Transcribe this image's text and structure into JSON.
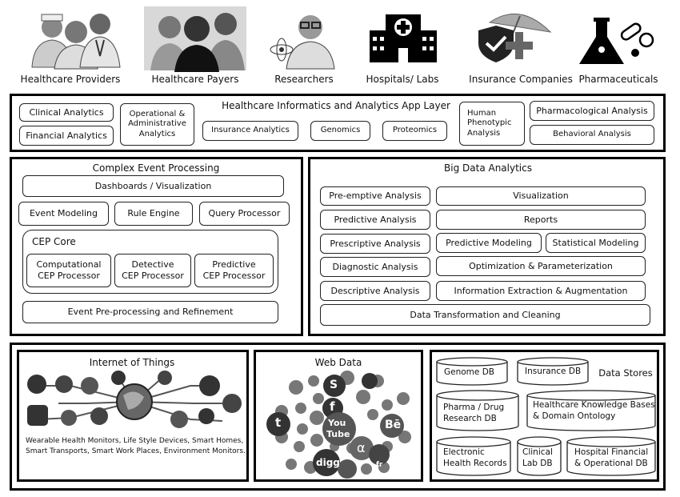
{
  "stakeholders": [
    {
      "label": "Healthcare Providers",
      "icon": "healthcare-providers-icon"
    },
    {
      "label": "Healthcare Payers",
      "icon": "healthcare-payers-icon"
    },
    {
      "label": "Researchers",
      "icon": "researcher-icon"
    },
    {
      "label": "Hospitals/ Labs",
      "icon": "hospital-icon"
    },
    {
      "label": "Insurance Companies",
      "icon": "insurance-umbrella-icon"
    },
    {
      "label": "Pharmaceuticals",
      "icon": "flask-pills-icon"
    }
  ],
  "app_layer": {
    "title": "Healthcare Informatics and Analytics App Layer",
    "clinical": "Clinical Analytics",
    "financial": "Financial Analytics",
    "operational": "Operational &\nAdministrative\nAnalytics",
    "insurance": "Insurance Analytics",
    "genomics": "Genomics",
    "proteomics": "Proteomics",
    "phenotypic": "Human\nPhenotypic\nAnalysis",
    "pharmacological": "Pharmacological Analysis",
    "behavioral": "Behavioral Analysis"
  },
  "cep": {
    "title": "Complex Event Processing",
    "dashboards": "Dashboards / Visualization",
    "event_modeling": "Event Modeling",
    "rule_engine": "Rule Engine",
    "query_processor": "Query Processor",
    "core_title": "CEP Core",
    "computational": "Computational\nCEP Processor",
    "detective": "Detective\nCEP Processor",
    "predictive": "Predictive\nCEP Processor",
    "preprocessing": "Event Pre-processing and Refinement"
  },
  "big_data": {
    "title": "Big Data Analytics",
    "preemptive": "Pre-emptive Analysis",
    "predictive": "Predictive Analysis",
    "prescriptive": "Prescriptive Analysis",
    "diagnostic": "Diagnostic Analysis",
    "descriptive": "Descriptive Analysis",
    "visualization": "Visualization",
    "reports": "Reports",
    "predictive_modeling": "Predictive Modeling",
    "statistical_modeling": "Statistical Modeling",
    "optimization": "Optimization & Parameterization",
    "info_extraction": "Information Extraction & Augmentation",
    "transformation": "Data Transformation and Cleaning"
  },
  "iot": {
    "title": "Internet of Things",
    "caption": "Wearable Health Monitors, Life Style Devices, Smart Homes,\nSmart Transports, Smart Work Places, Environment Monitors."
  },
  "web_data": {
    "title": "Web Data",
    "logo_you": "You",
    "logo_tube": "Tube",
    "logo_digg": "digg",
    "logo_be": "Bē",
    "logo_t": "t",
    "logo_f": "f",
    "logo_s": "S",
    "logo_alpha": "α",
    "logo_fr": "fr"
  },
  "data_stores": {
    "title": "Data Stores",
    "genome": "Genome DB",
    "insurance": "Insurance DB",
    "pharma": "Pharma / Drug\nResearch DB",
    "knowledge": "Healthcare Knowledge Bases\n& Domain Ontology",
    "ehr": "Electronic\nHealth Records",
    "clinical_lab": "Clinical\nLab DB",
    "hospital_financial": "Hospital Financial\n& Operational DB"
  }
}
